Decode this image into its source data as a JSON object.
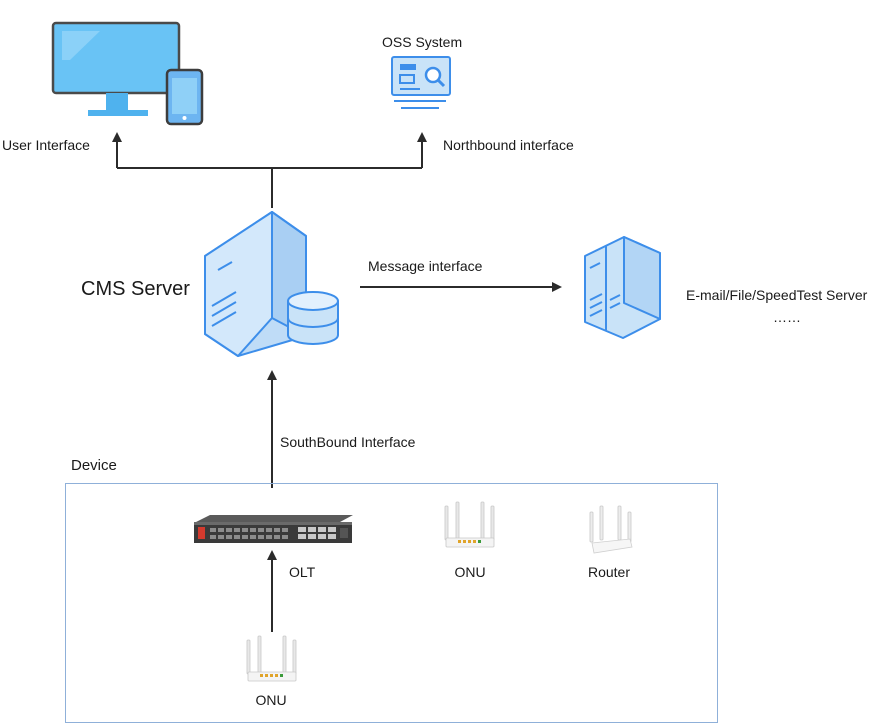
{
  "nodes": {
    "user_interface": {
      "label": "User Interface"
    },
    "oss_system": {
      "label": "OSS System"
    },
    "cms_server": {
      "label": "CMS Server"
    },
    "ext_server": {
      "label": "E-mail/File/SpeedTest Server",
      "more": "……"
    },
    "device_group": {
      "label": "Device"
    },
    "olt": {
      "label": "OLT"
    },
    "onu_top": {
      "label": "ONU"
    },
    "router": {
      "label": "Router"
    },
    "onu_bottom": {
      "label": "ONU"
    }
  },
  "edges": {
    "northbound": {
      "label": "Northbound interface"
    },
    "message": {
      "label": "Message interface"
    },
    "southbound": {
      "label": "SouthBound Interface"
    }
  },
  "colors": {
    "icon_fill": "#c9e3f8",
    "icon_stroke": "#3d8eea",
    "monitor_screen": "#69c3f5",
    "arrow": "#2b2b2b",
    "device_border": "#8fb0d9"
  }
}
